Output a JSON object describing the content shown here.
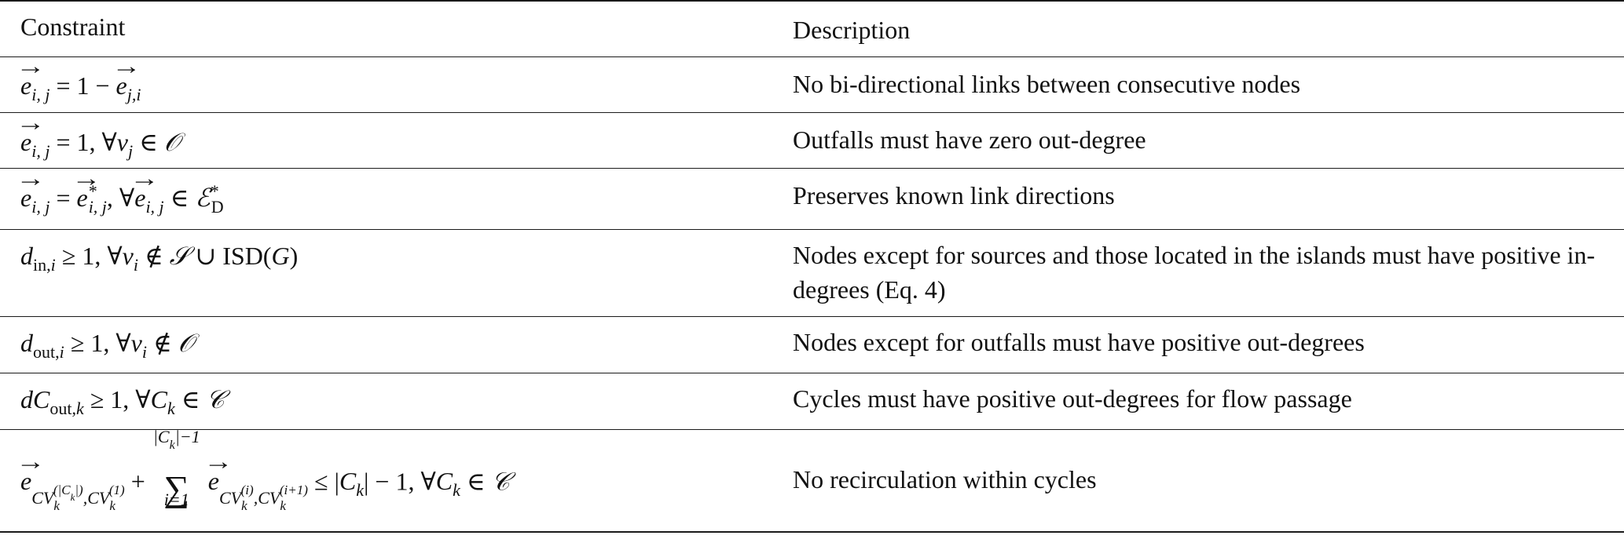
{
  "table": {
    "header": {
      "constraint": "Constraint",
      "description": "Description"
    },
    "rows": [
      {
        "constraint": "e→_{i,j} = 1 − e→_{j,i}",
        "description": "No bi-directional links between consecutive nodes"
      },
      {
        "constraint": "e→_{i,j} = 1, ∀v_j ∈ 𝒪",
        "description": "Outfalls must have zero out-degree"
      },
      {
        "constraint": "e→_{i,j} = e→*_{i,j}, ∀e→_{i,j} ∈ ℰ*_D",
        "description": "Preserves known link directions"
      },
      {
        "constraint": "d_{in,i} ≥ 1, ∀v_i ∉ 𝒮 ∪ ISD(G)",
        "description": "Nodes except for sources and those located in the islands must have positive in-degrees (Eq. 4)"
      },
      {
        "constraint": "d_{out,i} ≥ 1, ∀v_i ∉ 𝒪",
        "description": "Nodes except for outfalls must have positive out-degrees"
      },
      {
        "constraint": "dC_{out,k} ≥ 1, ∀C_k ∈ 𝒞",
        "description": "Cycles must have positive out-degrees for flow passage"
      },
      {
        "constraint": "e→_{CV_k^{(|C_k|)},CV_k^{(1)}} + Σ_{i=1}^{|C_k|−1} e→_{CV_k^{(i)},CV_k^{(i+1)}} ≤ |C_k| − 1, ∀C_k ∈ 𝒞",
        "description": "No recirculation within cycles"
      }
    ]
  }
}
